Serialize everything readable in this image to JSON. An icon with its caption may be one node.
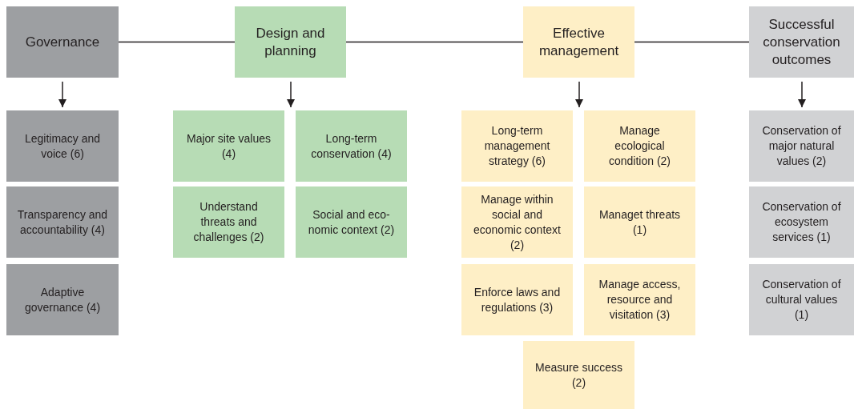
{
  "diagram": {
    "nodes": [
      {
        "text": [
          "Governance"
        ]
      },
      {
        "text": [
          "Design and planning"
        ]
      },
      {
        "text": [
          "Effective management"
        ]
      },
      {
        "text": [
          "Successful conservation outcomes"
        ]
      },
      {
        "text": [
          "Legitimacy and voice (6)"
        ]
      },
      {
        "text": [
          "Transparency and accountability (4)"
        ]
      },
      {
        "text": [
          "Adaptive governance (4)"
        ]
      },
      {
        "text": [
          "Major site values (4)"
        ]
      },
      {
        "text": [
          "Long-term conservation (4)"
        ]
      },
      {
        "text": [
          "Understand threats and challenges (2)"
        ]
      },
      {
        "text": [
          "Social and eco-nomic context (2)"
        ]
      },
      {
        "text": [
          "Long-term management strategy (6)"
        ]
      },
      {
        "text": [
          "Manage ecological condition (2)"
        ]
      },
      {
        "text": [
          "Manage within social and economic context (2)"
        ]
      },
      {
        "text": [
          "Managet threats (1)"
        ]
      },
      {
        "text": [
          "Enforce laws and regulations (3)"
        ]
      },
      {
        "text": [
          "Manage access, resource and visitation (3)"
        ]
      },
      {
        "text": [
          "Measure success (2)"
        ]
      },
      {
        "text": [
          "Conservation of major natural values (2)"
        ]
      },
      {
        "text": [
          "Conservation of ecosystem services (1)"
        ]
      },
      {
        "text": [
          "Conservation of cultural values (1)"
        ]
      }
    ],
    "edges": [
      {
        "from": 0,
        "to": 1,
        "arrow": "none"
      },
      {
        "from": 1,
        "to": 2,
        "arrow": "none"
      },
      {
        "from": 2,
        "to": 3,
        "arrow": "none"
      },
      {
        "from": 0,
        "to": 4,
        "arrow": "to"
      },
      {
        "from": 1,
        "to": 7,
        "arrow": "to"
      },
      {
        "from": 2,
        "to": 11,
        "arrow": "to"
      },
      {
        "from": 3,
        "to": 18,
        "arrow": "to"
      }
    ]
  }
}
